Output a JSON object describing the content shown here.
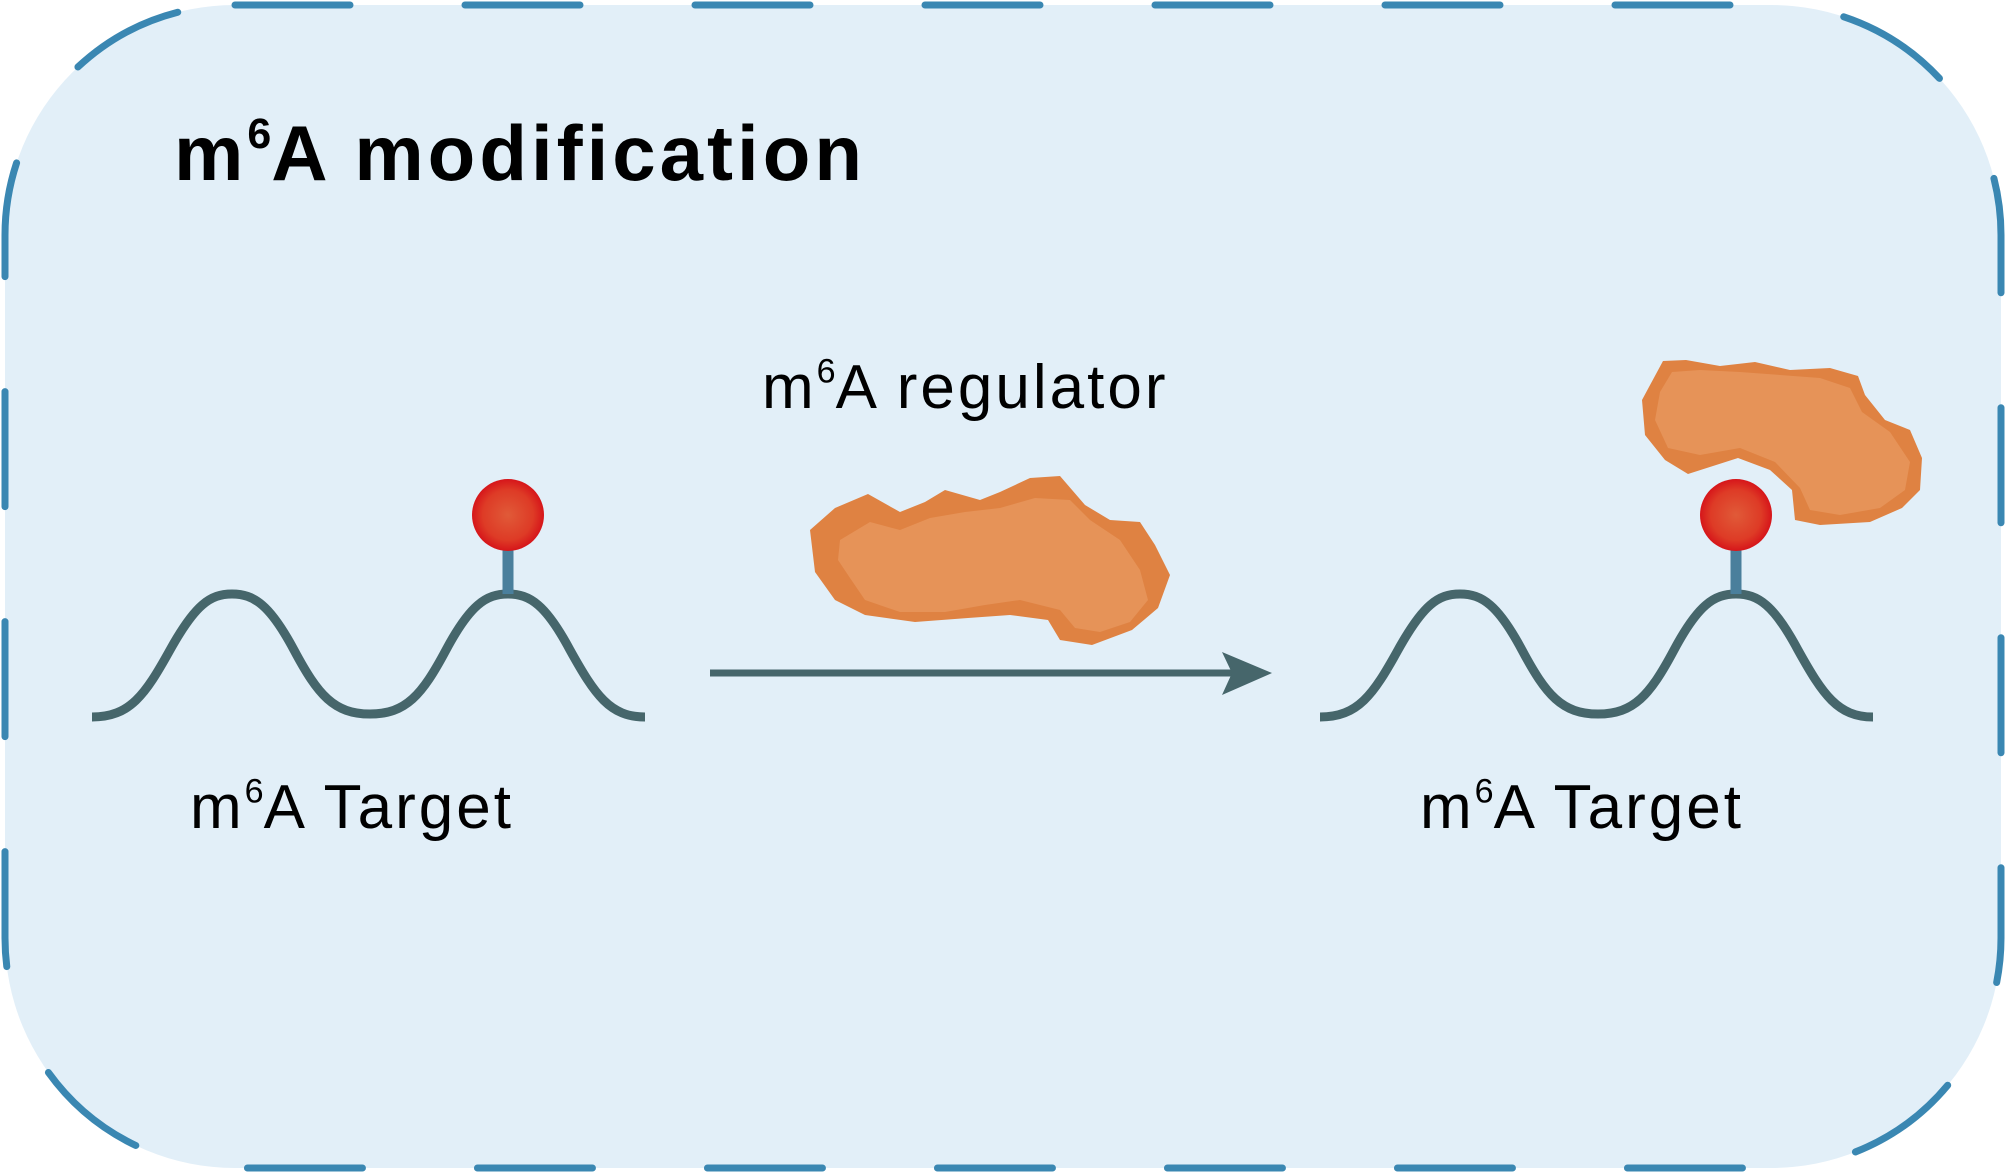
{
  "panel": {
    "title_pre": "m",
    "title_sup": "6",
    "title_post": "A modification",
    "border_color": "#3a87b2",
    "background_color": "#e2eff8"
  },
  "regulator": {
    "label_pre": "m",
    "label_sup": "6",
    "label_post": "A regulator",
    "color_dark": "#df8242",
    "color_light": "#e69358"
  },
  "targets": [
    {
      "label_pre": "m",
      "label_sup": "6",
      "label_post": "A Target",
      "state": "unbound"
    },
    {
      "label_pre": "m",
      "label_sup": "6",
      "label_post": "A Target",
      "state": "bound"
    }
  ],
  "colors": {
    "rna_strand": "#46666b",
    "stem": "#4a7f9c",
    "modification_dot": "#d8211c",
    "arrow": "#46666b"
  }
}
